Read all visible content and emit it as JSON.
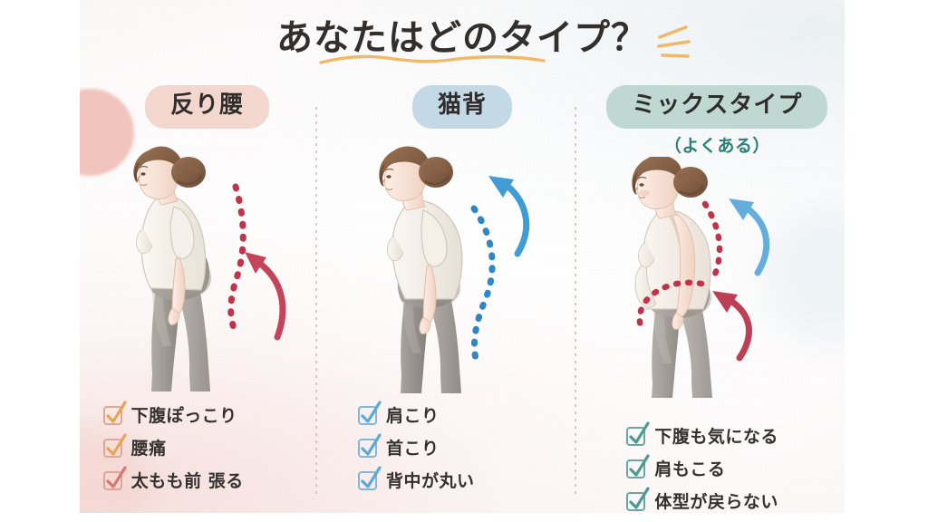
{
  "title": {
    "text": "あなたはどのタイプ？",
    "underline_color": "#efb969",
    "accent_marks_color": "#efb969",
    "text_color": "#332f2d"
  },
  "card": {
    "background_color": "#fbf9f8",
    "divider_color": "#d9bcbb"
  },
  "columns": [
    {
      "id": "sway-back",
      "heading": "反り腰",
      "subheading": "",
      "pill_color": "#f3d6ce",
      "accent_color": "#c4455a",
      "check_box_color": "#dda69c",
      "check_mark_color": "#e8a451",
      "figure": {
        "name": "woman-side-profile-anterior-pelvic-tilt",
        "spine_line_color": "#c0344a",
        "arrow_color": "#c4455a",
        "top_color": "#f2efe9",
        "pants_color": "#9a9490",
        "hair_color": "#7d5a43",
        "skin_color": "#f6ded2"
      },
      "items": [
        "下腹ぽっこり",
        "腰痛",
        "太もも前 張る"
      ]
    },
    {
      "id": "rounded-back",
      "heading": "猫背",
      "subheading": "",
      "pill_color": "#c4d9e6",
      "accent_color": "#3f9cd4",
      "check_box_color": "#7fb8d8",
      "check_mark_color": "#59a9da",
      "figure": {
        "name": "woman-side-profile-kyphosis",
        "spine_line_color": "#2f87c4",
        "arrow_color": "#3f9cd4",
        "top_color": "#f2efe9",
        "pants_color": "#8e8a87",
        "hair_color": "#7d5a43",
        "skin_color": "#f6ded2"
      },
      "items": [
        "肩こり",
        "首こり",
        "背中が丸い"
      ]
    },
    {
      "id": "mixed-type",
      "heading": "ミックスタイプ",
      "subheading": "（よくある）",
      "subheading_color": "#2f7e76",
      "pill_color": "#bfd9d2",
      "accent_color": "#2f7e76",
      "check_box_color": "#69a69d",
      "check_mark_color": "#4e9a90",
      "figure": {
        "name": "woman-side-profile-mixed-posture",
        "spine_line_color": "#c0344a",
        "arrow_color_upper": "#63aedd",
        "arrow_color_lower": "#bd3f55",
        "top_color": "#f3ece6",
        "pants_color": "#9e9893",
        "hair_color": "#7d5a43",
        "skin_color": "#f6ded2"
      },
      "items": [
        "下腹も気になる",
        "肩もこる",
        "体型が戻らない"
      ]
    }
  ],
  "icons": {
    "check": "check-icon",
    "accent_slash": "accent-slash-icon",
    "underline": "wavy-underline-icon"
  }
}
